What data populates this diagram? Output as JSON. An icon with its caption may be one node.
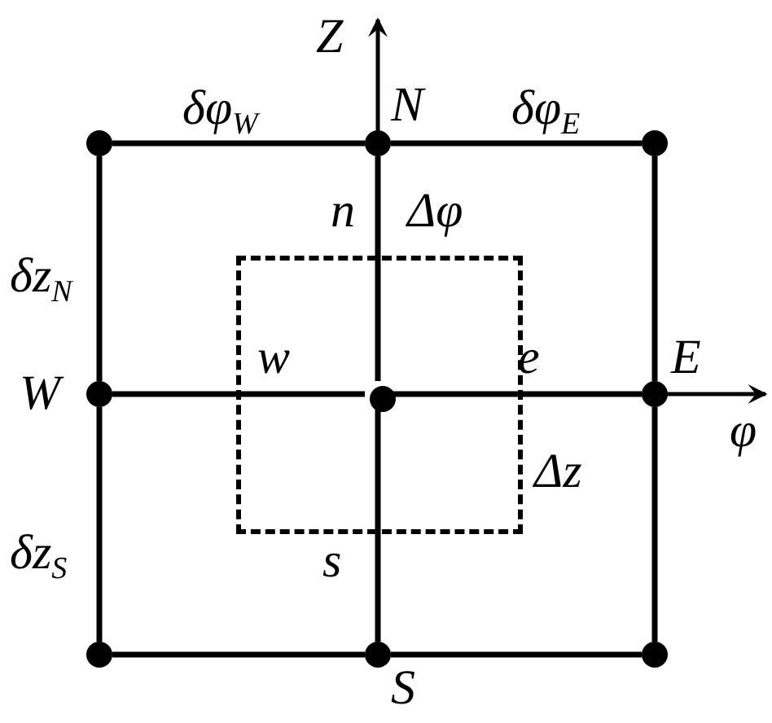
{
  "diagram": {
    "nodes": [
      {
        "text": [],
        "shape": "circle"
      },
      {
        "text": [],
        "shape": "circle",
        "beside": [
          "N"
        ]
      },
      {
        "text": [],
        "shape": "circle"
      },
      {
        "text": [],
        "shape": "box"
      },
      {
        "text": [],
        "shape": "circle",
        "beside": [
          "W"
        ]
      },
      {
        "text": [],
        "shape": "circle",
        "in": 3
      },
      {
        "text": [],
        "shape": "circle",
        "beside": [
          "E"
        ]
      },
      {
        "text": [],
        "shape": "circle"
      },
      {
        "text": [],
        "shape": "circle",
        "beside": [
          "S"
        ]
      },
      {
        "text": [],
        "shape": "circle"
      }
    ],
    "edges": [
      {
        "from": 0,
        "to": 1,
        "arrow": "none"
      },
      {
        "from": 1,
        "to": 2,
        "arrow": "none"
      },
      {
        "from": 0,
        "to": 4,
        "arrow": "none"
      },
      {
        "from": 1,
        "to": 5,
        "arrow": "none"
      },
      {
        "from": 2,
        "to": 6,
        "arrow": "none"
      },
      {
        "from": 4,
        "to": 5,
        "arrow": "none"
      },
      {
        "from": 5,
        "to": 6,
        "arrow": "none"
      },
      {
        "from": 4,
        "to": 7,
        "arrow": "none"
      },
      {
        "from": 5,
        "to": 8,
        "arrow": "none"
      },
      {
        "from": 6,
        "to": 9,
        "arrow": "none"
      },
      {
        "from": 7,
        "to": 8,
        "arrow": "none"
      },
      {
        "from": 8,
        "to": 9,
        "arrow": "none"
      }
    ],
    "labels": [
      "Z",
      "δφ$_{W}$",
      "δφ$_{E}$",
      "n",
      "Δφ",
      "δz$_{N}$",
      "w",
      "e",
      "φ",
      "Δz",
      "δz$_{S}$",
      "s"
    ]
  }
}
